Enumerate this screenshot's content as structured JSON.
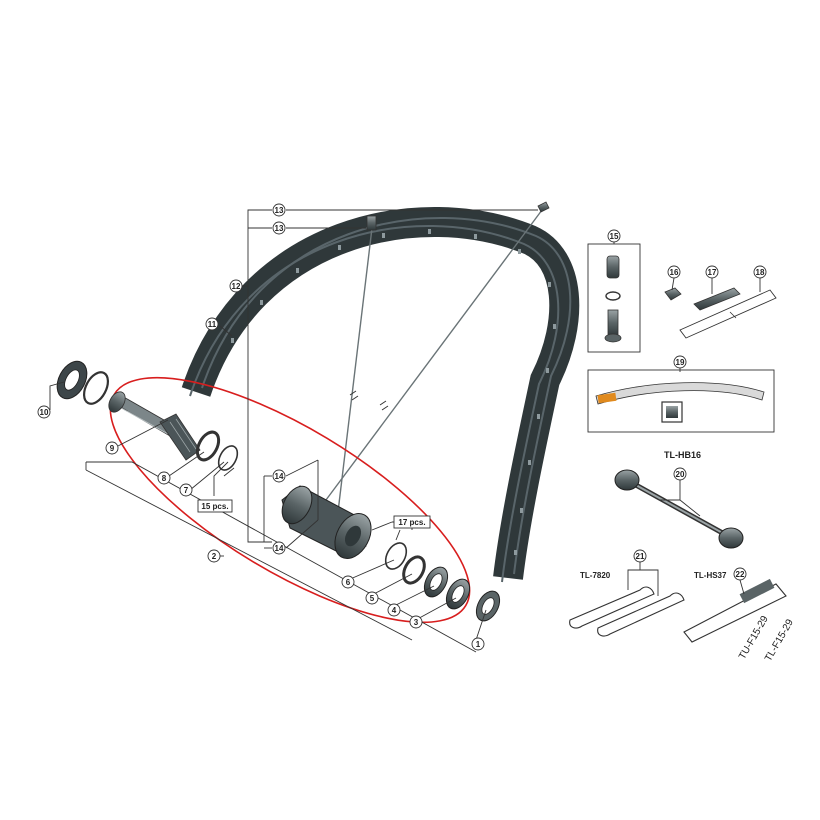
{
  "callouts": {
    "c1": "1",
    "c2": "2",
    "c3": "3",
    "c4": "4",
    "c5": "5",
    "c6": "6",
    "c7": "7",
    "c8": "8",
    "c9": "9",
    "c10": "10",
    "c11": "11",
    "c12": "12",
    "c13a": "13",
    "c13b": "13",
    "c14a": "14",
    "c14b": "14",
    "c15": "15",
    "c16": "16",
    "c17": "17",
    "c18": "18",
    "c19": "19",
    "c20": "20",
    "c21": "21",
    "c22": "22"
  },
  "labels": {
    "pcs15": "15 pcs.",
    "pcs17": "17 pcs.",
    "tool_hb16": "TL-HB16",
    "tool_7820": "TL-7820",
    "tool_hs37": "TL-HS37",
    "tool_f1529_a": "TU-F15-29",
    "tool_f1529_b": "TL-F15-29"
  },
  "colors": {
    "rim": "#2f383a",
    "part": "#5a6466",
    "line": "#333333",
    "highlight": "#d81e1e",
    "tape": "#e08a1e"
  }
}
